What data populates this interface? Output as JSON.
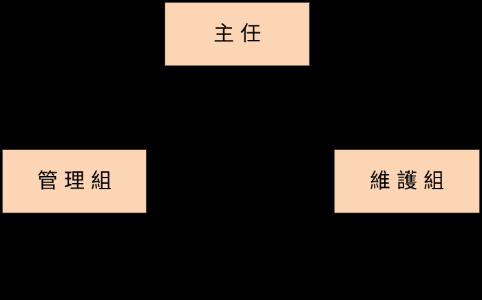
{
  "diagram": {
    "type": "org-chart",
    "background_color": "#000000",
    "node_fill_color": "#FCD5B4",
    "node_border_color": "#45403A",
    "node_text_color": "#000000",
    "connectors_visible": false,
    "nodes": [
      {
        "id": "director",
        "label": "主任",
        "position": "top-center"
      },
      {
        "id": "management",
        "label": "管理組",
        "position": "bottom-left"
      },
      {
        "id": "maintenance",
        "label": "維護組",
        "position": "bottom-right"
      }
    ]
  }
}
